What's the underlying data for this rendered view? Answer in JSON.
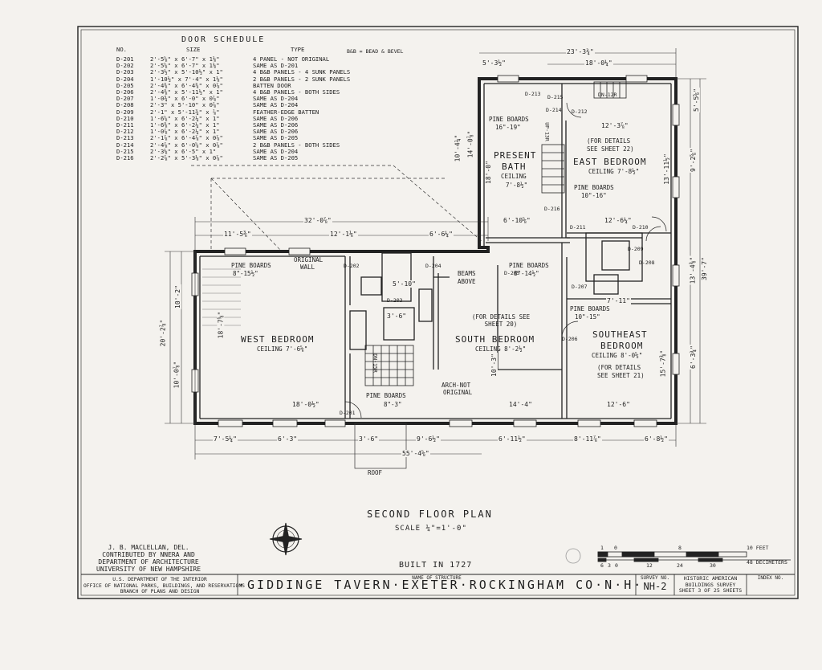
{
  "door_schedule": {
    "heading": "DOOR SCHEDULE",
    "col_no": "NO.",
    "col_size": "SIZE",
    "col_type": "TYPE",
    "legend": "B&B = BEAD & BEVEL",
    "rows": [
      {
        "no": "D-201",
        "size": "2'-5⅝\" x 6'-7\" x 1⅛\"",
        "type": "4 PANEL - NOT ORIGINAL"
      },
      {
        "no": "D-202",
        "size": "2'-5⅝\" x 6'-7\" x 1⅛\"",
        "type": "SAME AS D-201"
      },
      {
        "no": "D-203",
        "size": "2'-3½\" x 5'-10½\" x 1\"",
        "type": "4 B&B PANELS - 4 SUNK PANELS"
      },
      {
        "no": "D-204",
        "size": "1'-10½\" x 7'-4\" x 1⅛\"",
        "type": "2 B&B PANELS - 2 SUNK PANELS"
      },
      {
        "no": "D-205",
        "size": "2'-4⅜\" x 6'-4⅜\" x 0⅞\"",
        "type": "BATTEN DOOR"
      },
      {
        "no": "D-206",
        "size": "2'-4⅜\" x 5'-11½\" x 1\"",
        "type": "4 B&B PANELS - BOTH SIDES"
      },
      {
        "no": "D-207",
        "size": "1'-0¾\" x 6'-0\" x 0⅞\"",
        "type": "SAME AS D-204"
      },
      {
        "no": "D-208",
        "size": "2'-3\" x 5'-10\" x 0⅞\"",
        "type": "SAME AS D-204"
      },
      {
        "no": "D-209",
        "size": "2'-1\" x 5'-11¾\" x ⅞\"",
        "type": "FEATHER-EDGE BATTEN"
      },
      {
        "no": "D-210",
        "size": "1'-6⅝\" x 6'-2¼\" x 1\"",
        "type": "SAME AS D-206"
      },
      {
        "no": "D-211",
        "size": "1'-6⅜\" x 6'-2¼\" x 1\"",
        "type": "SAME AS D-206"
      },
      {
        "no": "D-212",
        "size": "1'-0⅞\" x 6'-2¼\" x 1\"",
        "type": "SAME AS D-206"
      },
      {
        "no": "D-213",
        "size": "2'-1⅞\" x 6'-4⅞\" x 0⅞\"",
        "type": "SAME AS D-205"
      },
      {
        "no": "D-214",
        "size": "2'-4⅞\" x 6'-0⅝\" x 0⅞\"",
        "type": "2 B&B PANELS - BOTH SIDES"
      },
      {
        "no": "D-215",
        "size": "2'-3⅛\" x 6'-5\" x 1\"",
        "type": "SAME AS D-204"
      },
      {
        "no": "D-216",
        "size": "2'-2⅞\" x 5'-3⅛\" x 0⅞\"",
        "type": "SAME AS D-205"
      }
    ]
  },
  "rooms": {
    "west": {
      "name": "WEST BEDROOM",
      "ceiling": "CEILING 7'-6⅝\"",
      "boards": "PINE BOARDS",
      "boards_size": "8\"-15½\""
    },
    "south": {
      "name": "SOUTH BEDROOM",
      "ceiling": "CEILING 8'-2½\"",
      "details": "(FOR DETAILS SEE SHEET 20)",
      "boards": "PINE BOARDS",
      "boards_size": "8\"-14½\""
    },
    "bath": {
      "name1": "PRESENT",
      "name2": "BATH",
      "ceiling": "CEILING",
      "ceiling_h": "7'-8½\"",
      "boards": "PINE BOARDS",
      "boards_size": "16\"-19\""
    },
    "east": {
      "name": "EAST BEDROOM",
      "ceiling": "CEILING 7'-8½\"",
      "details1": "(FOR DETAILS",
      "details2": "SEE SHEET 22)",
      "boards": "PINE BOARDS",
      "boards_size": "10\"-16\""
    },
    "southeast": {
      "name1": "SOUTHEAST",
      "name2": "BEDROOM",
      "ceiling": "CEILING 8'-0⅝\"",
      "details1": "(FOR DETAILS",
      "details2": "SEE SHEET 21)",
      "boards": "PINE BOARDS",
      "boards_size": "10\"-15\""
    },
    "hall": {
      "boards": "PINE BOARDS",
      "boards_size": "8\"-3\""
    }
  },
  "notes": {
    "original_wall1": "ORIGINAL",
    "original_wall2": "WALL",
    "beams1": "BEAMS",
    "beams2": "ABOVE",
    "arch1": "ARCH-NOT",
    "arch2": "ORIGINAL",
    "dn": "DN-15R",
    "up": "UP-13R",
    "dn2": "DN-12R",
    "roof": "ROOF"
  },
  "doors": [
    "D-201",
    "D-202",
    "D-203",
    "D-204",
    "D-205",
    "D-206",
    "D-207",
    "D-208",
    "D-209",
    "D-210",
    "D-211",
    "D-212",
    "D-213",
    "D-214",
    "D-215",
    "D-216"
  ],
  "dims": {
    "top_overall": "32'-0⅞\"",
    "top_a": "11'-5⅜\"",
    "top_b": "12'-1⅛\"",
    "top_c": "6'-6¼\"",
    "ne_a": "23'-3¾\"",
    "ne_b": "18'-0¼\"",
    "ne_c": "5'-3½\"",
    "bottom_a": "7'-5¼\"",
    "bottom_b": "6'-3\"",
    "bottom_c": "3'-6\"",
    "bottom_d": "9'-6½\"",
    "bottom_e": "6'-11½\"",
    "bottom_f": "8'-11⅞\"",
    "bottom_g": "6'-8½\"",
    "bottom_overall": "55'-4⅝\"",
    "west_w": "18'-0½\"",
    "west_h": "18'-7⅝\"",
    "left_a": "20'-2⅞\"",
    "left_b": "10'-2\"",
    "left_c": "10'-0⅞\"",
    "south_w": "14'-4\"",
    "se_w": "12'-6\"",
    "east_w": "12'-3⅞\"",
    "bath_w": "6'-10⅝\"",
    "e_b": "12'-6¼\"",
    "right_a": "39'-7\"",
    "right_b": "9'-2⅝\"",
    "right_c": "13'-4⅜\"",
    "right_d": "6'-3¾\"",
    "right_e": "5'-5⅝\"",
    "se_h": "15'-7⅜\"",
    "east_h": "13'-11½\"",
    "bath_h": "18'-0\"",
    "south_h": "10'-3\"",
    "v1": "10'-4¼\"",
    "v2": "14'-0⅞\"",
    "hall_a": "5'-10\"",
    "hall_b": "3'-6\"",
    "small_a": "7'-11\""
  },
  "drawing_title": "SECOND FLOOR PLAN",
  "scale": "SCALE ¼\"=1'-0\"",
  "built": "BUILT IN 1727",
  "credits": [
    "J. B. MACLELLAN, DEL.",
    "CONTRIBUTED BY NNERA AND",
    "DEPARTMENT OF ARCHITECTURE",
    "UNIVERSITY OF NEW HAMPSHIRE"
  ],
  "scale_bar": {
    "feet_label": "10 FEET",
    "dec_label": "48 DECIMETERS",
    "feet_ticks": [
      "1",
      "0",
      "8"
    ],
    "dec_ticks": [
      "6",
      "3",
      "0",
      "12",
      "24",
      "30"
    ]
  },
  "title_block": {
    "agency1": "U.S. DEPARTMENT OF THE INTERIOR",
    "agency2": "OFFICE OF NATIONAL PARKS, BUILDINGS, AND RESERVATIONS",
    "agency3": "BRANCH OF PLANS AND DESIGN",
    "name_label": "NAME OF STRUCTURE",
    "name": "·GIDDINGE TAVERN·EXETER·ROCKINGHAM CO·N·H·",
    "survey_label": "SURVEY NO.",
    "survey": "NH-2",
    "habs1": "HISTORIC AMERICAN",
    "habs2": "BUILDINGS SURVEY",
    "sheet": "SHEET 3 OF 25 SHEETS",
    "index_label": "INDEX NO."
  }
}
